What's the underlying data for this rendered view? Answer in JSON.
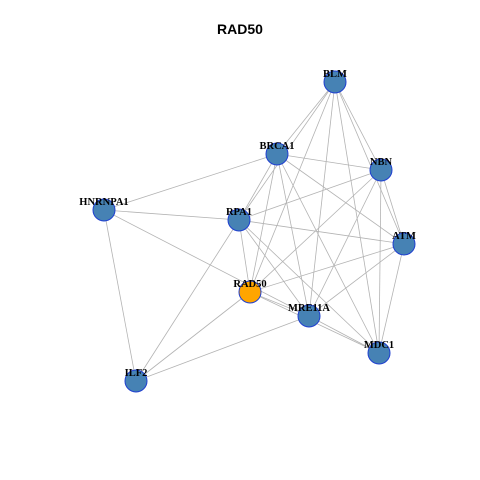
{
  "title": "RAD50",
  "colors": {
    "node": "#4682b4",
    "focus_node": "#ffa500",
    "node_border": "#1f3fd0",
    "edge": "#b3b3b3"
  },
  "nodes": [
    {
      "id": "BLM",
      "label": "BLM"
    },
    {
      "id": "BRCA1",
      "label": "BRCA1"
    },
    {
      "id": "NBN",
      "label": "NBN"
    },
    {
      "id": "HNRNPA1",
      "label": "HNRNPA1"
    },
    {
      "id": "RPA1",
      "label": "RPA1"
    },
    {
      "id": "ATM",
      "label": "ATM"
    },
    {
      "id": "RAD50",
      "label": "RAD50",
      "focus": true
    },
    {
      "id": "MRE11A",
      "label": "MRE11A"
    },
    {
      "id": "MDC1",
      "label": "MDC1"
    },
    {
      "id": "ILF2",
      "label": "ILF2"
    }
  ],
  "edges": [
    [
      "BLM",
      "BRCA1"
    ],
    [
      "BLM",
      "NBN"
    ],
    [
      "BLM",
      "ATM"
    ],
    [
      "BLM",
      "RPA1"
    ],
    [
      "BLM",
      "RAD50"
    ],
    [
      "BLM",
      "MRE11A"
    ],
    [
      "BLM",
      "MDC1"
    ],
    [
      "BRCA1",
      "NBN"
    ],
    [
      "BRCA1",
      "HNRNPA1"
    ],
    [
      "BRCA1",
      "RPA1"
    ],
    [
      "BRCA1",
      "ATM"
    ],
    [
      "BRCA1",
      "RAD50"
    ],
    [
      "BRCA1",
      "MRE11A"
    ],
    [
      "BRCA1",
      "MDC1"
    ],
    [
      "NBN",
      "RPA1"
    ],
    [
      "NBN",
      "ATM"
    ],
    [
      "NBN",
      "RAD50"
    ],
    [
      "NBN",
      "MRE11A"
    ],
    [
      "NBN",
      "MDC1"
    ],
    [
      "HNRNPA1",
      "RPA1"
    ],
    [
      "HNRNPA1",
      "MRE11A"
    ],
    [
      "HNRNPA1",
      "ILF2"
    ],
    [
      "RPA1",
      "ATM"
    ],
    [
      "RPA1",
      "RAD50"
    ],
    [
      "RPA1",
      "MRE11A"
    ],
    [
      "RPA1",
      "MDC1"
    ],
    [
      "RPA1",
      "ILF2"
    ],
    [
      "ATM",
      "RAD50"
    ],
    [
      "ATM",
      "MRE11A"
    ],
    [
      "ATM",
      "MDC1"
    ],
    [
      "RAD50",
      "MRE11A"
    ],
    [
      "RAD50",
      "MDC1"
    ],
    [
      "RAD50",
      "ILF2"
    ],
    [
      "MRE11A",
      "MDC1"
    ],
    [
      "MRE11A",
      "ILF2"
    ]
  ]
}
